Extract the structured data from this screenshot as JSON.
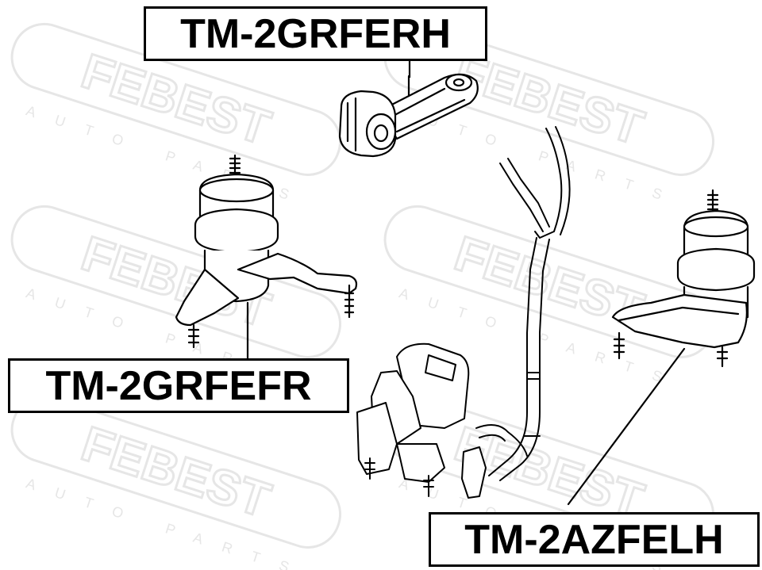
{
  "watermark": {
    "brand": "FEBEST",
    "subtitle": "AUTO PARTS",
    "color": "#e6e6e6"
  },
  "parts": [
    {
      "part_number": "TM-2GRFERH"
    },
    {
      "part_number": "TM-2GRFEFR"
    },
    {
      "part_number": "TM-2AZFELH"
    }
  ],
  "colors": {
    "line": "#000000",
    "background": "#ffffff"
  }
}
